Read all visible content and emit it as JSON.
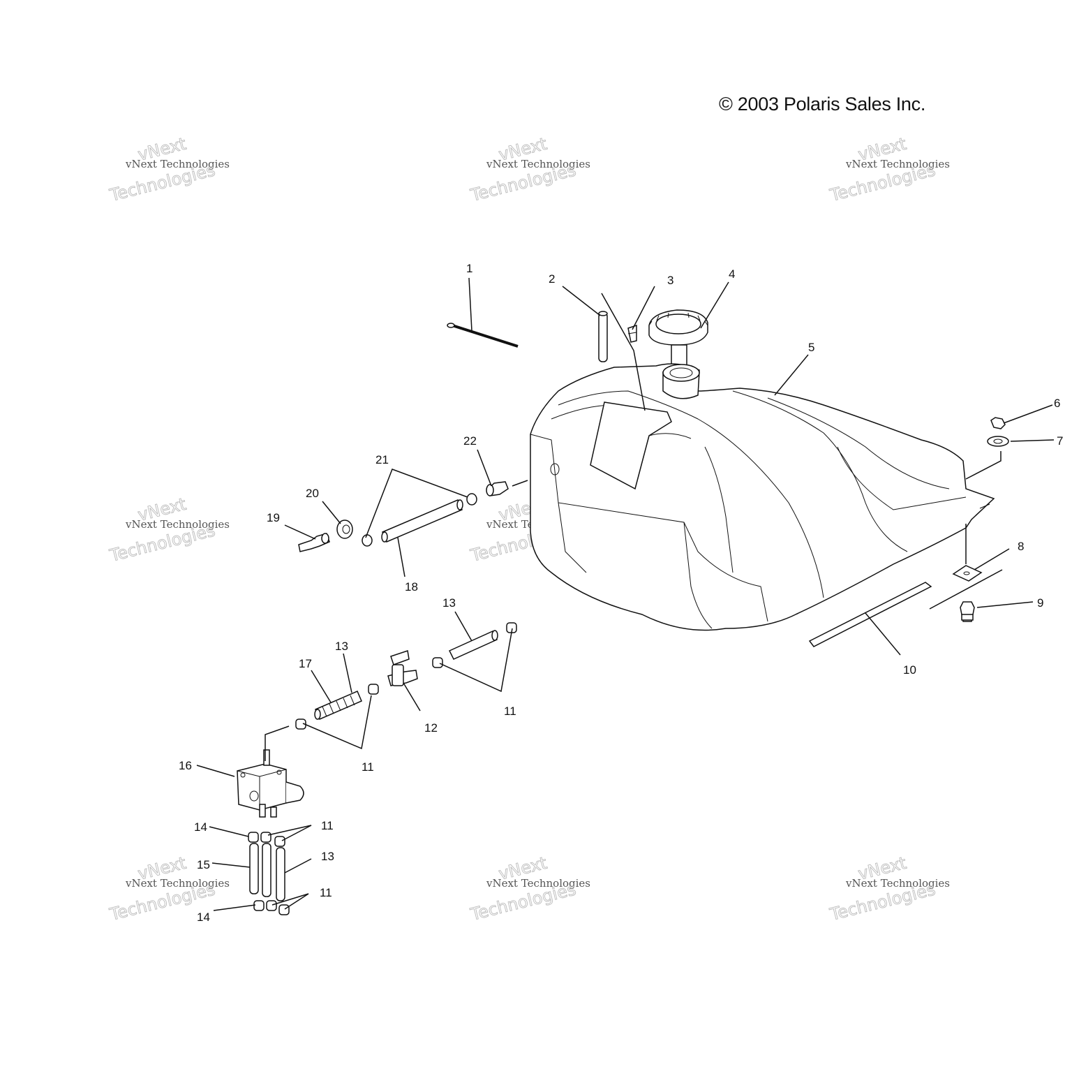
{
  "copyright": "© 2003 Polaris Sales Inc.",
  "watermark": {
    "line1": "vNext Technologies",
    "line2": "vNext",
    "line3": "Technologies"
  },
  "callouts": [
    {
      "id": "c1",
      "text": "1"
    },
    {
      "id": "c2",
      "text": "2"
    },
    {
      "id": "c3",
      "text": "3"
    },
    {
      "id": "c4",
      "text": "4"
    },
    {
      "id": "c5",
      "text": "5"
    },
    {
      "id": "c6",
      "text": "6"
    },
    {
      "id": "c7",
      "text": "7"
    },
    {
      "id": "c8",
      "text": "8"
    },
    {
      "id": "c9",
      "text": "9"
    },
    {
      "id": "c10",
      "text": "10"
    },
    {
      "id": "c11a",
      "text": "11"
    },
    {
      "id": "c11b",
      "text": "11"
    },
    {
      "id": "c11c",
      "text": "11"
    },
    {
      "id": "c11d",
      "text": "11"
    },
    {
      "id": "c12",
      "text": "12"
    },
    {
      "id": "c13a",
      "text": "13"
    },
    {
      "id": "c13b",
      "text": "13"
    },
    {
      "id": "c13c",
      "text": "13"
    },
    {
      "id": "c14a",
      "text": "14"
    },
    {
      "id": "c14b",
      "text": "14"
    },
    {
      "id": "c15",
      "text": "15"
    },
    {
      "id": "c16",
      "text": "16"
    },
    {
      "id": "c17",
      "text": "17"
    },
    {
      "id": "c18",
      "text": "18"
    },
    {
      "id": "c19",
      "text": "19"
    },
    {
      "id": "c20",
      "text": "20"
    },
    {
      "id": "c21",
      "text": "21"
    },
    {
      "id": "c22",
      "text": "22"
    }
  ]
}
